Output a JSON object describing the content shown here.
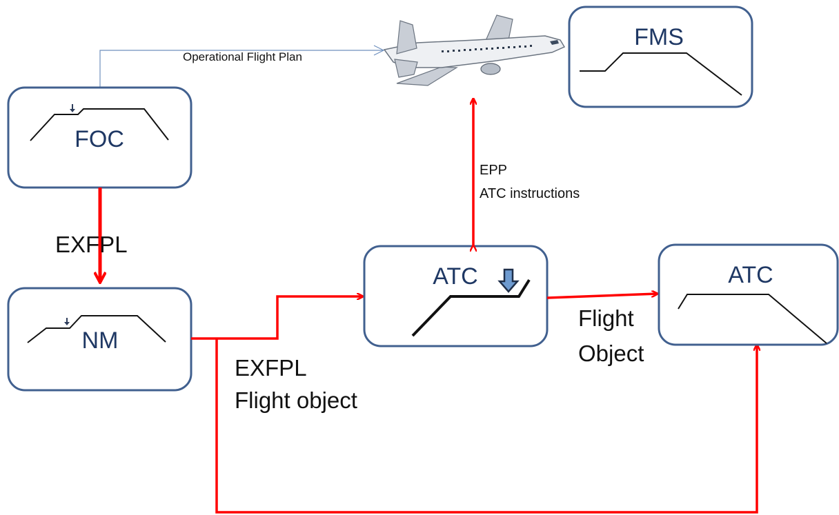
{
  "nodes": {
    "foc": "FOC",
    "fms": "FMS",
    "nm": "NM",
    "atc_center": "ATC",
    "atc_right": "ATC"
  },
  "edges": {
    "ofp": "Operational Flight Plan",
    "foc_nm": "EXFPL",
    "epp": "EPP",
    "atc_instructions": "ATC instructions",
    "nm_atc_line1": "EXFPL",
    "nm_atc_line2": "Flight object",
    "atc_atc_line1": "Flight",
    "atc_atc_line2": "Object"
  }
}
